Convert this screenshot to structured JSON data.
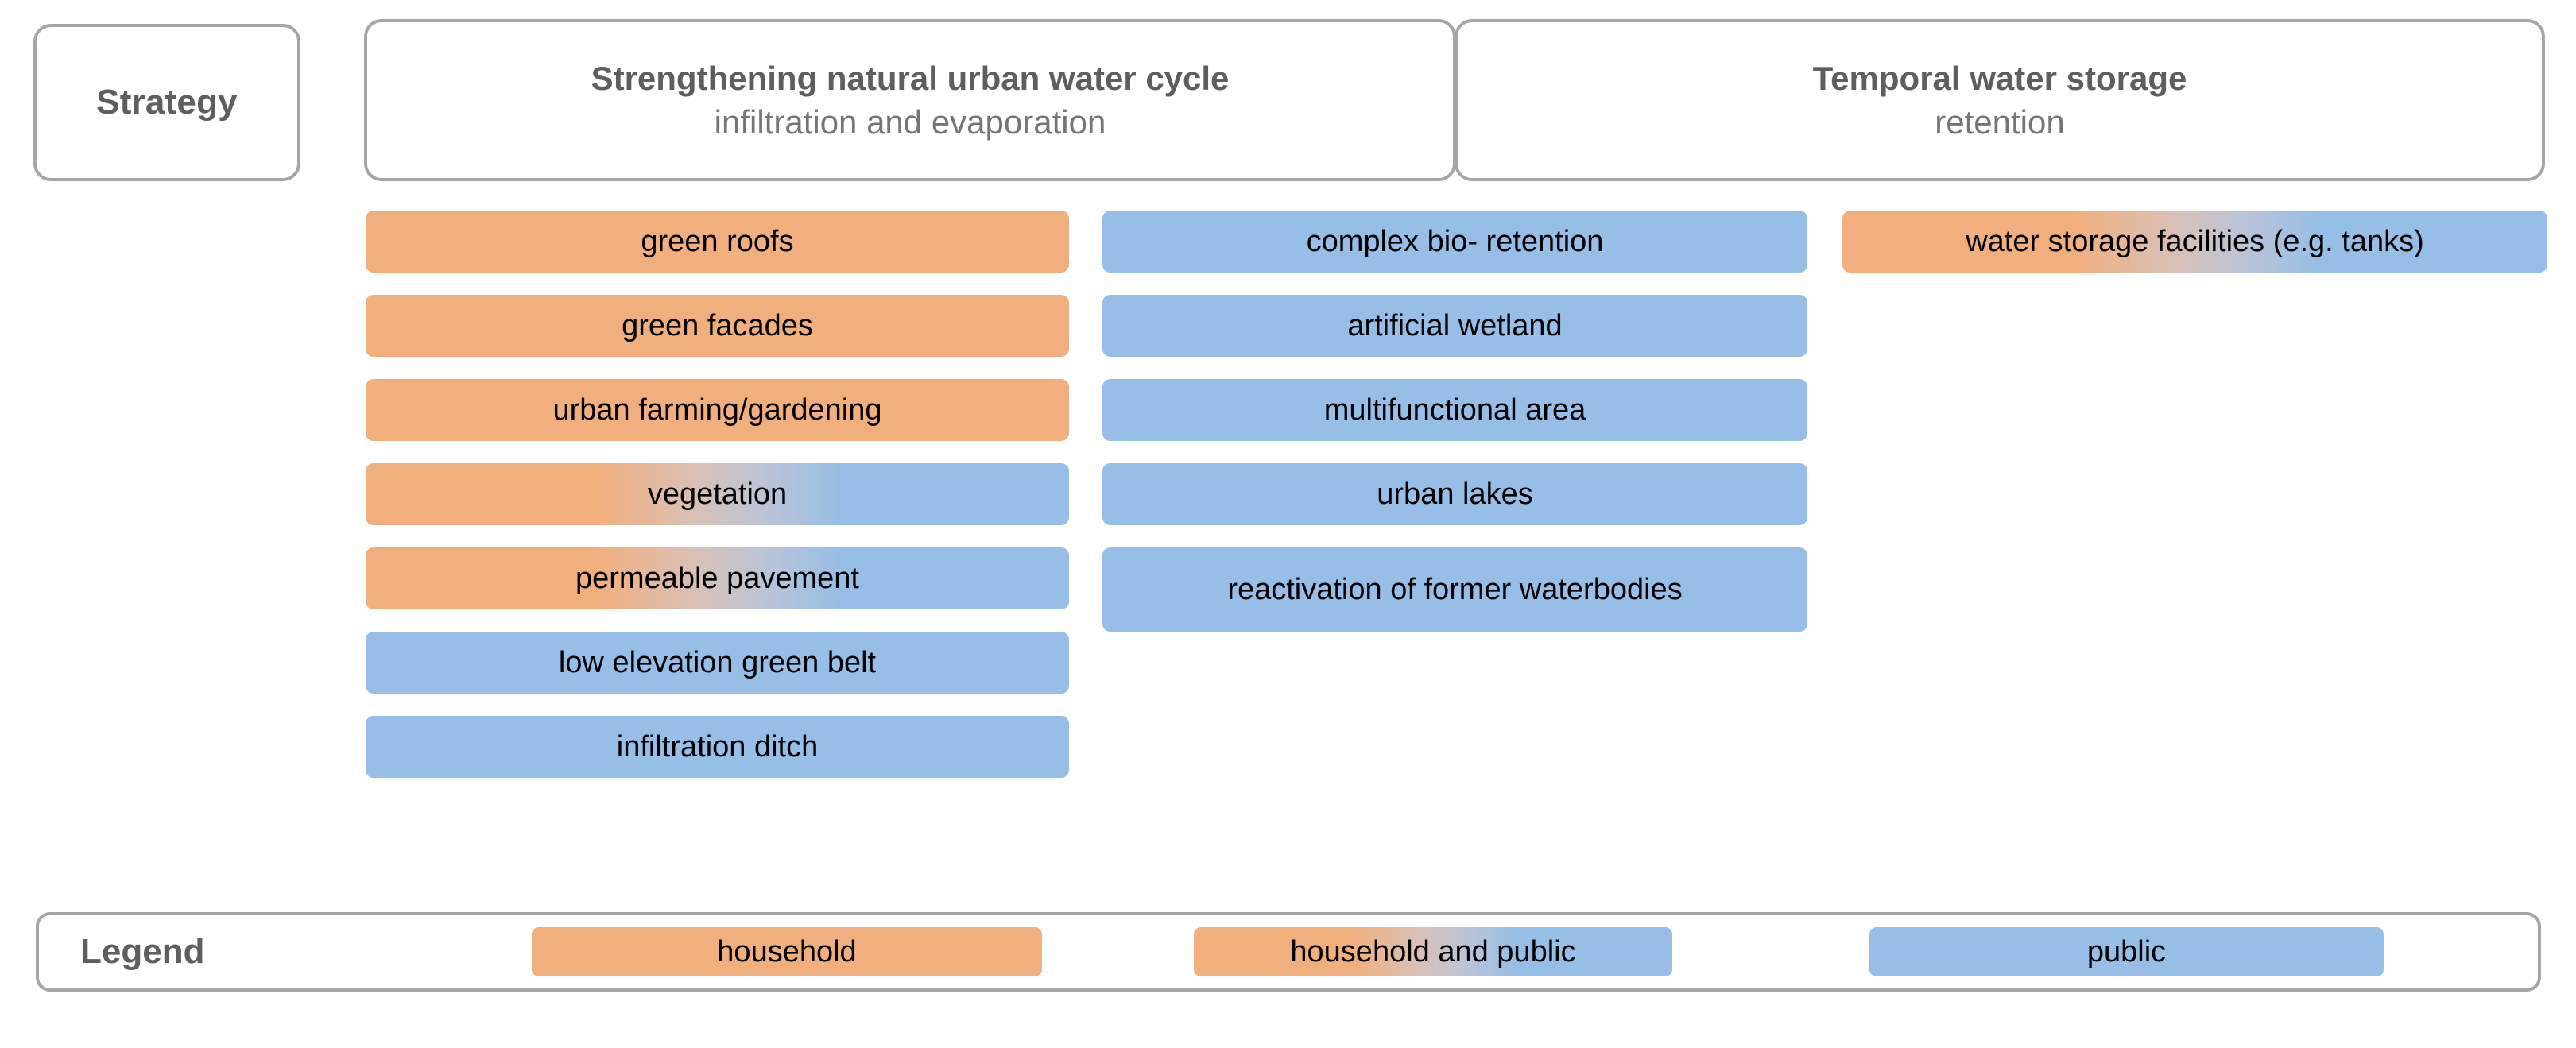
{
  "strategy": {
    "row_label": "Strategy",
    "columns": [
      {
        "title": "Strengthening natural urban water cycle",
        "subtitle": "infiltration and evaporation"
      },
      {
        "title": "Temporal water storage",
        "subtitle": "retention"
      }
    ]
  },
  "colors": {
    "household": "#f2af7e",
    "public": "#96bee6",
    "border": "#a6a6a6",
    "heading_text": "#5e5e5e",
    "subheading_text": "#757575",
    "measure_text": "#000000",
    "background": "#ffffff"
  },
  "columns": [
    {
      "name": "infiltration-evaporation-household-column",
      "measures": [
        {
          "label": "green roofs",
          "category": "household",
          "multiline": false
        },
        {
          "label": "green facades",
          "category": "household",
          "multiline": false
        },
        {
          "label": "urban farming/gardening",
          "category": "household",
          "multiline": false
        },
        {
          "label": "vegetation",
          "category": "household and public",
          "multiline": false
        },
        {
          "label": "permeable pavement",
          "category": "household and public",
          "multiline": false
        },
        {
          "label": "low elevation green belt",
          "category": "public",
          "multiline": false
        },
        {
          "label": "infiltration ditch",
          "category": "public",
          "multiline": false
        }
      ]
    },
    {
      "name": "infiltration-evaporation-public-column",
      "measures": [
        {
          "label": "complex bio- retention",
          "category": "public",
          "multiline": false
        },
        {
          "label": "artificial wetland",
          "category": "public",
          "multiline": false
        },
        {
          "label": "multifunctional area",
          "category": "public",
          "multiline": false
        },
        {
          "label": "urban lakes",
          "category": "public",
          "multiline": false
        },
        {
          "label": "reactivation of former waterbodies",
          "category": "public",
          "multiline": true
        }
      ]
    },
    {
      "name": "temporal-water-storage-column",
      "measures": [
        {
          "label": "water storage facilities (e.g. tanks)",
          "category": "household and public",
          "multiline": false
        }
      ]
    }
  ],
  "legend": {
    "title": "Legend",
    "items": [
      {
        "label": "household",
        "category": "household"
      },
      {
        "label": "household and public",
        "category": "household and public"
      },
      {
        "label": "public",
        "category": "public"
      }
    ]
  }
}
